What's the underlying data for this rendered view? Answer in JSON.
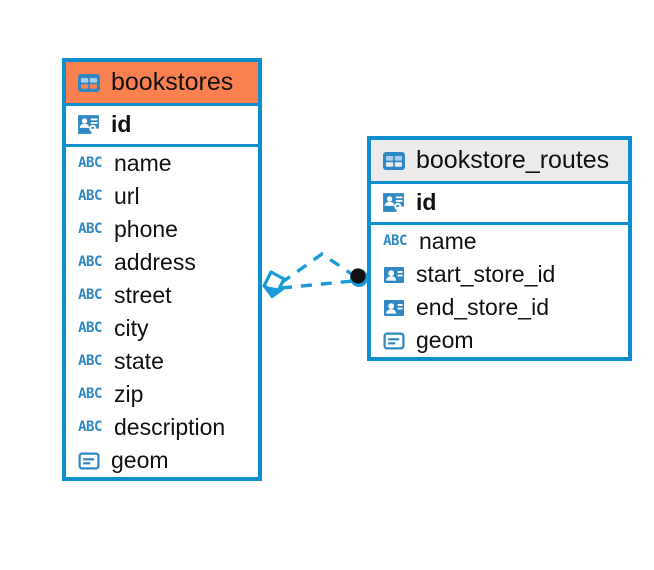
{
  "diagram": {
    "type": "entity-relationship-diagram",
    "background_color": "#ffffff",
    "accent_color": "#0e8ecd",
    "highlight_color": "#fa8050",
    "header_grey": "#ebebeb"
  },
  "entities": [
    {
      "name": "bookstores",
      "header_style": "orange",
      "icon": "table-icon",
      "primary_keys": [
        {
          "label": "id",
          "icon": "primary-key-icon"
        }
      ],
      "fields": [
        {
          "label": "name",
          "icon": "abc-icon"
        },
        {
          "label": "url",
          "icon": "abc-icon"
        },
        {
          "label": "phone",
          "icon": "abc-icon"
        },
        {
          "label": "address",
          "icon": "abc-icon"
        },
        {
          "label": "street",
          "icon": "abc-icon"
        },
        {
          "label": "city",
          "icon": "abc-icon"
        },
        {
          "label": "state",
          "icon": "abc-icon"
        },
        {
          "label": "zip",
          "icon": "abc-icon"
        },
        {
          "label": "description",
          "icon": "abc-icon"
        },
        {
          "label": "geom",
          "icon": "geometry-icon"
        }
      ]
    },
    {
      "name": "bookstore_routes",
      "header_style": "grey",
      "icon": "table-icon",
      "primary_keys": [
        {
          "label": "id",
          "icon": "primary-key-icon"
        }
      ],
      "fields": [
        {
          "label": "name",
          "icon": "abc-icon"
        },
        {
          "label": "start_store_id",
          "icon": "foreign-key-icon"
        },
        {
          "label": "end_store_id",
          "icon": "foreign-key-icon"
        },
        {
          "label": "geom",
          "icon": "geometry-icon"
        }
      ]
    }
  ],
  "relationships": [
    {
      "from": "bookstores",
      "to": "bookstore_routes",
      "via": "start_store_id",
      "line_style": "dashed",
      "from_marker": "diamond",
      "to_marker": "filled-circle"
    },
    {
      "from": "bookstores",
      "to": "bookstore_routes",
      "via": "end_store_id",
      "line_style": "dashed",
      "from_marker": "diamond",
      "to_marker": "filled-circle"
    }
  ],
  "icon_glyphs": {
    "abc-icon": "ABC"
  }
}
